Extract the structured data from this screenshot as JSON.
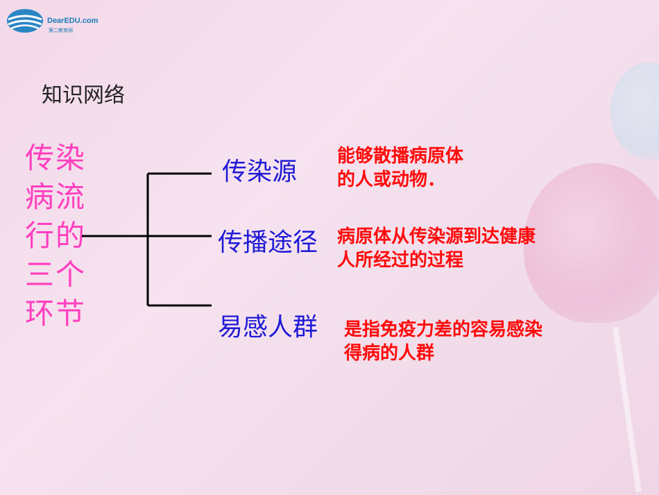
{
  "logo": {
    "text": "DearEDU.com",
    "subtext": "第二教育网"
  },
  "heading": "知识网络",
  "root": {
    "lines": [
      "传染",
      "病流",
      "行的",
      "三个",
      "环节"
    ]
  },
  "branches": [
    {
      "label": "传染源",
      "desc": [
        "能够散播病原体",
        "的人或动物．"
      ]
    },
    {
      "label": "传播途径",
      "desc": [
        "病原体从传染源到达健康",
        "人所经过的过程"
      ]
    },
    {
      "label": "易感人群",
      "desc": [
        "是指免疫力差的容易感染",
        "得病的人群"
      ]
    }
  ]
}
